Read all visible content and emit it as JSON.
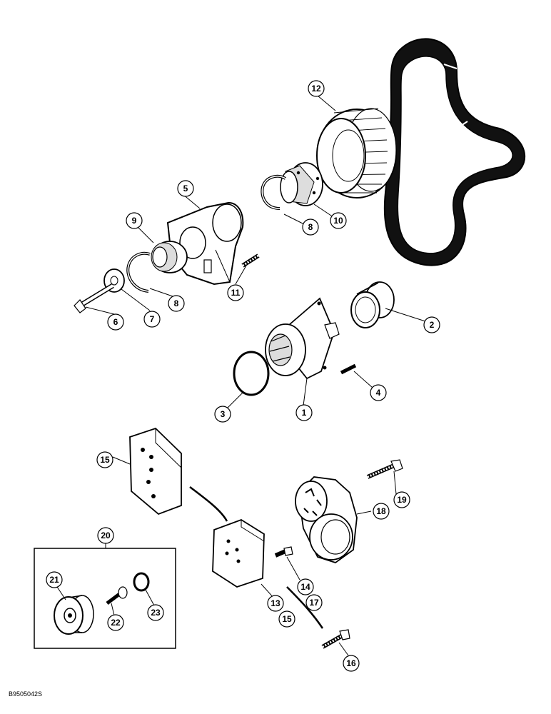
{
  "figure_id": "B9505042S",
  "callouts": [
    {
      "id": "c1",
      "label": "1"
    },
    {
      "id": "c2",
      "label": "2"
    },
    {
      "id": "c3",
      "label": "3"
    },
    {
      "id": "c4",
      "label": "4"
    },
    {
      "id": "c5",
      "label": "5"
    },
    {
      "id": "c6",
      "label": "6"
    },
    {
      "id": "c7",
      "label": "7"
    },
    {
      "id": "c8a",
      "label": "8"
    },
    {
      "id": "c8b",
      "label": "8"
    },
    {
      "id": "c9",
      "label": "9"
    },
    {
      "id": "c10",
      "label": "10"
    },
    {
      "id": "c11",
      "label": "11"
    },
    {
      "id": "c12",
      "label": "12"
    },
    {
      "id": "c13",
      "label": "13"
    },
    {
      "id": "c14",
      "label": "14"
    },
    {
      "id": "c15a",
      "label": "15"
    },
    {
      "id": "c15b",
      "label": "15"
    },
    {
      "id": "c16",
      "label": "16"
    },
    {
      "id": "c17",
      "label": "17"
    },
    {
      "id": "c18",
      "label": "18"
    },
    {
      "id": "c19",
      "label": "19"
    },
    {
      "id": "c20",
      "label": "20"
    },
    {
      "id": "c21",
      "label": "21"
    },
    {
      "id": "c22",
      "label": "22"
    },
    {
      "id": "c23",
      "label": "23"
    }
  ]
}
